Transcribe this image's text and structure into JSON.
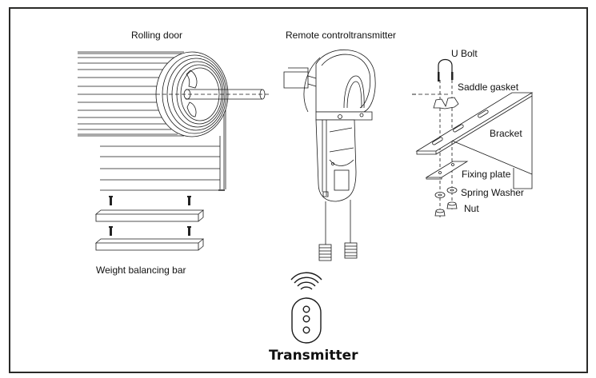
{
  "diagram": {
    "title": "Roller door motor installation components",
    "labels": {
      "rolling_door": "Rolling door",
      "remote_control_transmitter": "Remote controltransmitter",
      "weight_balancing_bar": "Weight balancing bar",
      "u_bolt": "U Bolt",
      "saddle_gasket": "Saddle gasket",
      "bracket": "Bracket",
      "fixing_plate": "Fixing plate",
      "spring_washer": "Spring Washer",
      "nut": "Nut",
      "transmitter": "Transmitter"
    },
    "transmitter": {
      "button_count": 3,
      "signal_icon": "wireless-signal-icon"
    },
    "colors": {
      "line": "#1a1a1a",
      "frame": "#2a2a28",
      "background": "#ffffff"
    }
  }
}
